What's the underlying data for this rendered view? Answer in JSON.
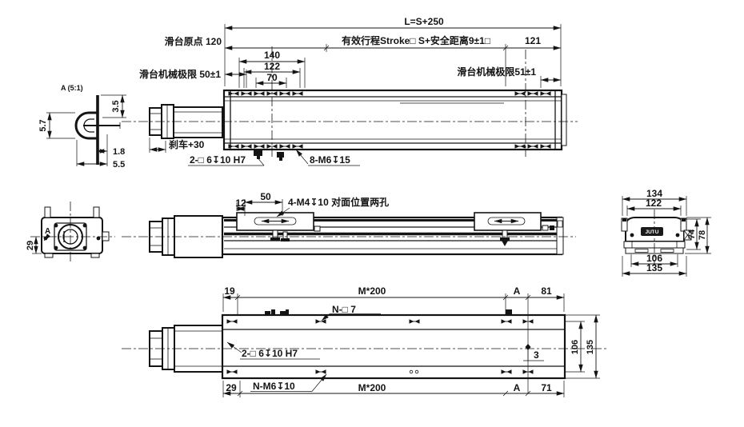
{
  "colors": {
    "ink": "#141414",
    "background": "#ffffff"
  },
  "detail_a": {
    "title": "A (5:1)",
    "dim_3_5": "3.5",
    "dim_5_7": "5.7",
    "dim_1_8": "1.8",
    "dim_5_5": "5.5"
  },
  "top_view": {
    "overall_length": "L=S+250",
    "home_offset": "滑台原点 120",
    "stroke": "有效行程Stroke□ S+安全距离9±1□",
    "right_offset": "121",
    "limit_left": "滑台机械极限  50±1",
    "limit_right": "滑台机械极限51±1",
    "dim_140": "140",
    "dim_122": "122",
    "dim_70": "70",
    "brake": "刹车+30",
    "dowel_holes": "2-□ 6↧10 H7",
    "tap_holes": "8-M6↧15"
  },
  "front_view": {
    "dim_12": "12",
    "dim_50": "50",
    "sensor_holes": "4-M4↧10 对面位置两孔"
  },
  "left_end_view": {
    "dim_29": "29",
    "detail_ref": "A"
  },
  "right_end_view": {
    "dim_134": "134",
    "dim_122": "122",
    "dim_74": "74",
    "dim_78": "78",
    "dim_106": "106",
    "dim_135": "135",
    "logo": "JUTU"
  },
  "bottom_view": {
    "dim_19": "19",
    "pitch_top": "M*200",
    "ref_top": "A",
    "dim_81": "81",
    "n_holes": "N-□ 7",
    "dowel_holes": "2-□ 6↧10 H7",
    "dim_3": "3",
    "dim_29": "29",
    "n_taps": "N-M6↧10",
    "pitch_bottom": "M*200",
    "ref_bottom": "A",
    "dim_71": "71",
    "dim_106": "106",
    "dim_135": "135"
  }
}
